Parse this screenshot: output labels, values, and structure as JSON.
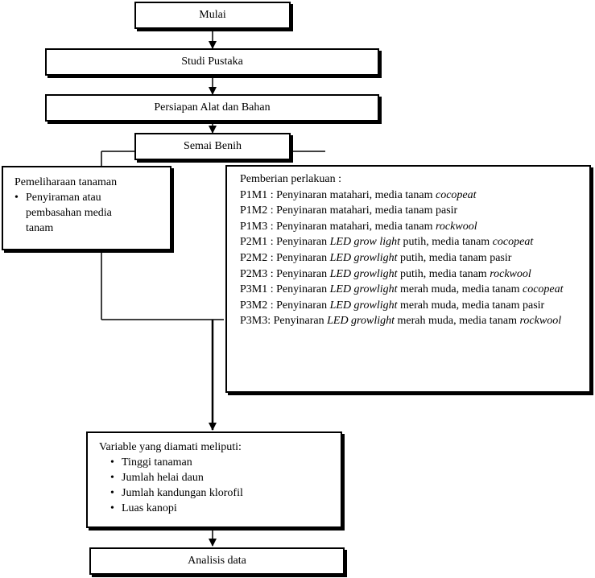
{
  "mulai": "Mulai",
  "studi_pustaka": "Studi Pustaka",
  "persiapan": "Persiapan Alat dan Bahan",
  "semai": "Semai Benih",
  "pemeliharaan": {
    "title": "Pemeliharaan tanaman",
    "items": [
      "Penyiraman atau pembasahan media tanam"
    ]
  },
  "perlakuan": {
    "title": "Pemberian perlakuan :",
    "items": [
      {
        "code": "P1M1",
        "sep": " : ",
        "parts": [
          "Penyinaran matahari, media tanam ",
          "cocopeat",
          ""
        ]
      },
      {
        "code": "P1M2",
        "sep": " : ",
        "parts": [
          "Penyinaran matahari, media tanam pasir",
          "",
          ""
        ]
      },
      {
        "code": "P1M3",
        "sep": " : ",
        "parts": [
          "Penyinaran matahari, media tanam ",
          "rockwool",
          ""
        ]
      },
      {
        "code": "P2M1",
        "sep": " : ",
        "parts": [
          "Penyinaran ",
          "LED grow light",
          " putih, media tanam ",
          "cocopeat"
        ]
      },
      {
        "code": "P2M2",
        "sep": " : ",
        "parts": [
          "Penyinaran ",
          "LED growlight",
          " putih, media tanam pasir"
        ]
      },
      {
        "code": "P2M3",
        "sep": " : ",
        "parts": [
          "Penyinaran ",
          "LED growlight",
          " putih, media tanam ",
          "rockwool"
        ]
      },
      {
        "code": "P3M1",
        "sep": " : ",
        "parts": [
          "Penyinaran ",
          "LED growlight",
          " merah muda, media tanam ",
          "cocopeat"
        ]
      },
      {
        "code": "P3M2",
        "sep": " : ",
        "parts": [
          "Penyinaran ",
          "LED growlight",
          " merah muda, media tanam pasir"
        ]
      },
      {
        "code": "P3M3",
        "sep": ": ",
        "parts": [
          "Penyinaran ",
          "LED growlight",
          " merah muda, media tanam ",
          "rockwool"
        ]
      }
    ]
  },
  "variabel": {
    "title": "Variable yang diamati meliputi:",
    "items": [
      "Tinggi tanaman",
      "Jumlah helai daun",
      "Jumlah kandungan klorofil",
      "Luas kanopi"
    ]
  },
  "analisis": "Analisis data"
}
